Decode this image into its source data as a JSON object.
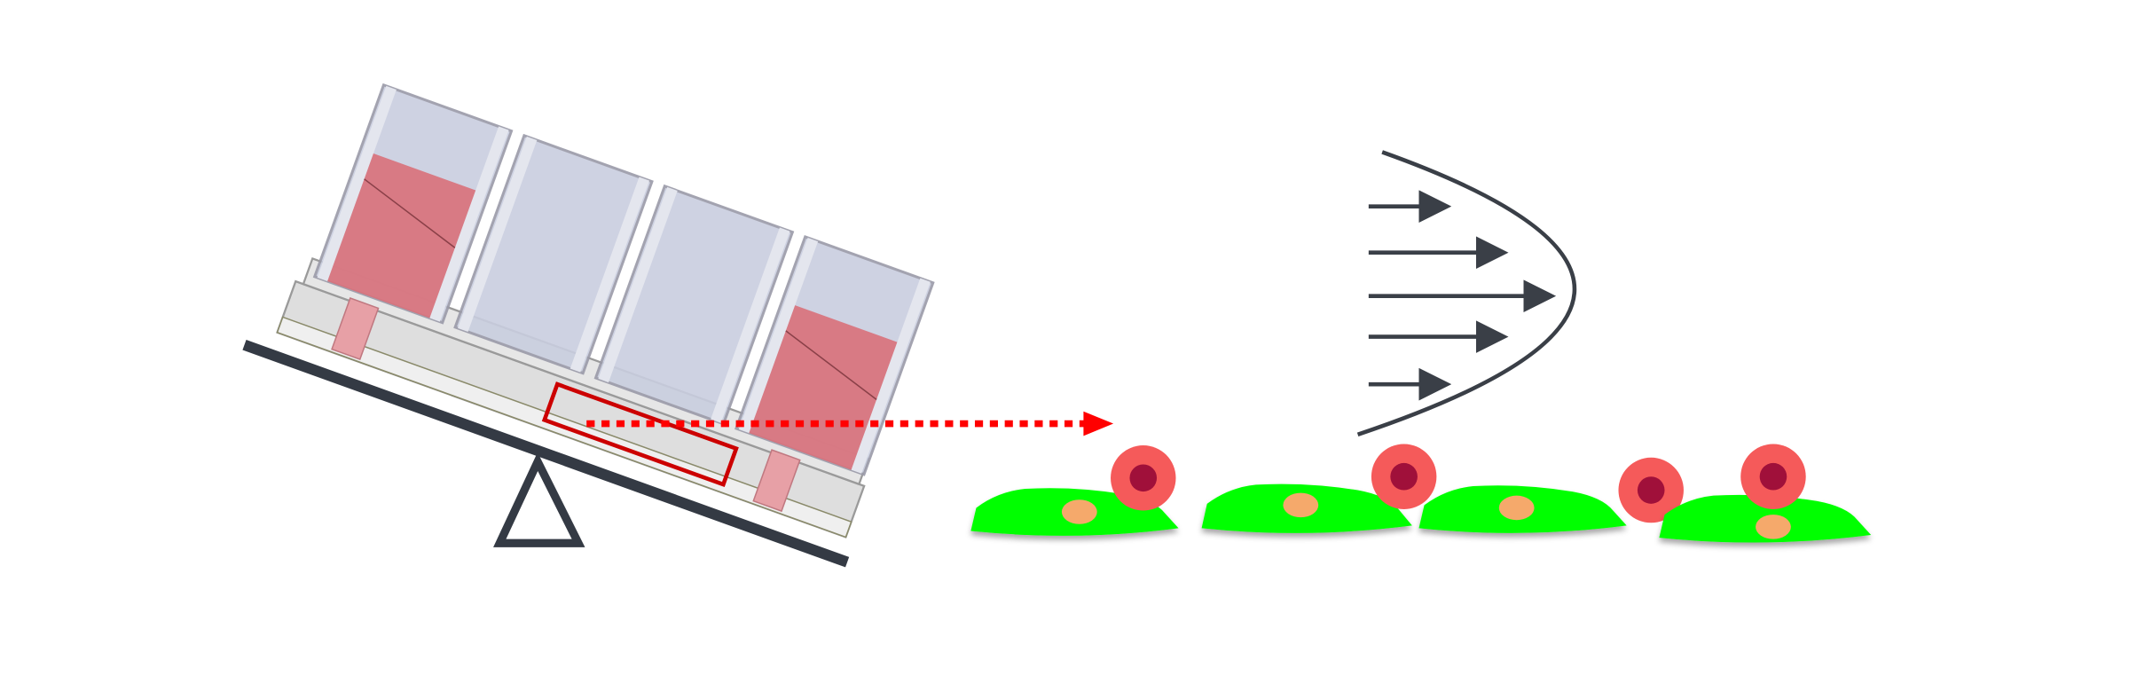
{
  "figure": {
    "description_free": true,
    "colors": {
      "beam": "#343a44",
      "well_wall": "#c9cedf",
      "medium": "#d9707a",
      "plate": "#dedede",
      "highlight_box": "#cc0000",
      "flow_arrow": "#ff0000",
      "velocity_profile": "#3a3f47",
      "endothelial_cell": "#00ff00",
      "cell_nucleus": "#f5a96b",
      "circulating_cell": "#f55a5a",
      "circulating_nucleus": "#a0103a"
    },
    "wells": [
      {
        "filled": true
      },
      {
        "filled": false
      },
      {
        "filled": false
      },
      {
        "filled": true
      }
    ],
    "velocity_arrows": [
      0.45,
      0.75,
      1.0,
      0.75,
      0.45
    ],
    "cells": [
      {
        "circulating_cell": true
      },
      {
        "circulating_cell": true
      },
      {
        "circulating_cell": true
      },
      {
        "circulating_cell": true
      }
    ]
  }
}
